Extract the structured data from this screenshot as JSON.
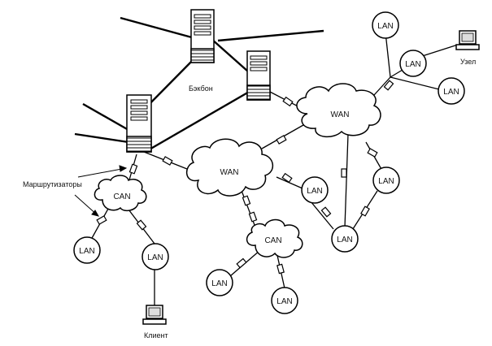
{
  "diagram": {
    "labels": {
      "backbone": "Бэкбон",
      "routers": "Маршрутизаторы",
      "node": "Узел",
      "client": "Клиент"
    },
    "nodes": {
      "lan_top": "LAN",
      "lan_right_mid": "LAN",
      "lan_right_low": "LAN",
      "wan_right": "WAN",
      "wan_center": "WAN",
      "can_left": "CAN",
      "can_center": "CAN",
      "lan_center_right": "LAN",
      "lan_far_right": "LAN",
      "lan_bottom_right": "LAN",
      "lan_left1": "LAN",
      "lan_left2": "LAN",
      "lan_bottom1": "LAN",
      "lan_bottom2": "LAN"
    }
  }
}
